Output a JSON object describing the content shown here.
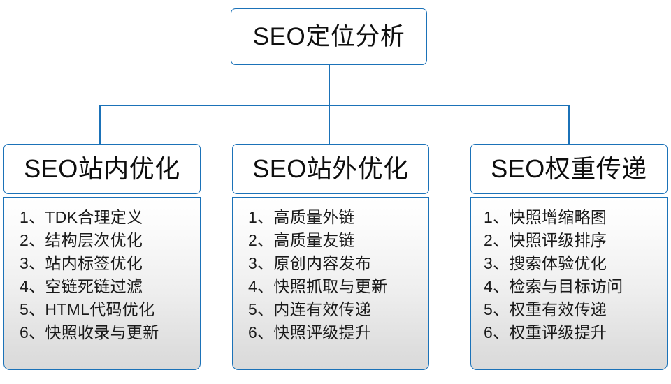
{
  "diagram": {
    "root": {
      "label": "SEO定位分析"
    },
    "columns": [
      {
        "header": "SEO站内优化",
        "items": [
          "1、TDK合理定义",
          "2、结构层次优化",
          "3、站内标签优化",
          "4、空链死链过滤",
          "5、HTML代码优化",
          "6、快照收录与更新"
        ]
      },
      {
        "header": "SEO站外优化",
        "items": [
          "1、高质量外链",
          "2、高质量友链",
          "3、原创内容发布",
          "4、快照抓取与更新",
          "5、内连有效传递",
          "6、快照评级提升"
        ]
      },
      {
        "header": "SEO权重传递",
        "items": [
          "1、快照增缩略图",
          "2、快照评级排序",
          "3、搜索体验优化",
          "4、检索与目标访问",
          "5、权重有效传递",
          "6、权重评级提升"
        ]
      }
    ],
    "colors": {
      "border_blue": "#1b72b8",
      "text_dark": "#101010",
      "body_fill_top": "#ffffff",
      "body_fill_bottom": "#dadada",
      "page_background": "#ffffff"
    }
  }
}
